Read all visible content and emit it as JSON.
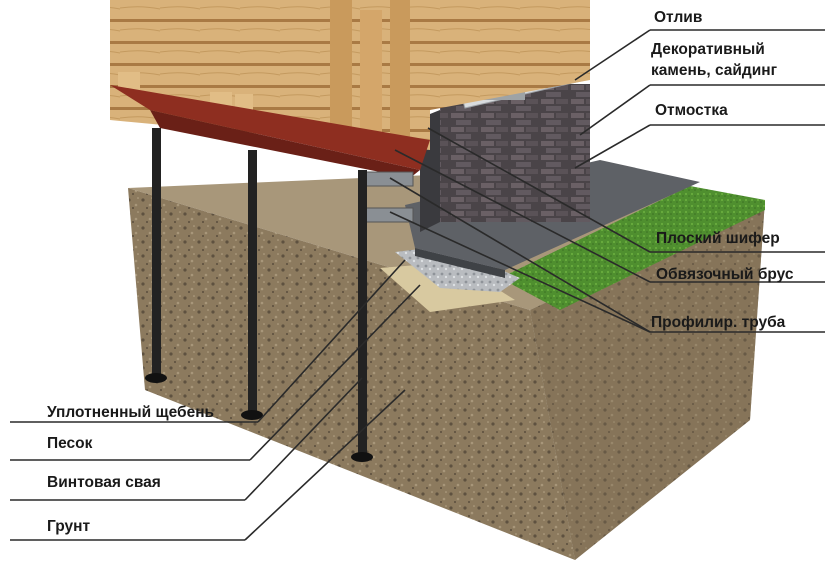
{
  "labels": {
    "otliv": "Отлив",
    "decor_line1": "Декоративный",
    "decor_line2": "камень, сайдинг",
    "otmostka": "Отмостка",
    "shifer": "Плоский шифер",
    "brus": "Обвязочный брус",
    "truba": "Профилир. труба",
    "scheben": "Уплотненный щебень",
    "pesok": "Песок",
    "svaya": "Винтовая свая",
    "grunt": "Грунт"
  },
  "colors": {
    "soil": "#8c7a5e",
    "soil_dark": "#5e5140",
    "grass": "#4f8f2f",
    "wood": "#d9b27a",
    "wood_dark": "#a97a44",
    "beam": "#8e2e20",
    "stone": "#4a4448",
    "concrete": "#5e6166",
    "gravel": "#b9bcc0",
    "sand": "#d8c9a0",
    "pile": "#222222",
    "leader": "#2a2a2a"
  }
}
